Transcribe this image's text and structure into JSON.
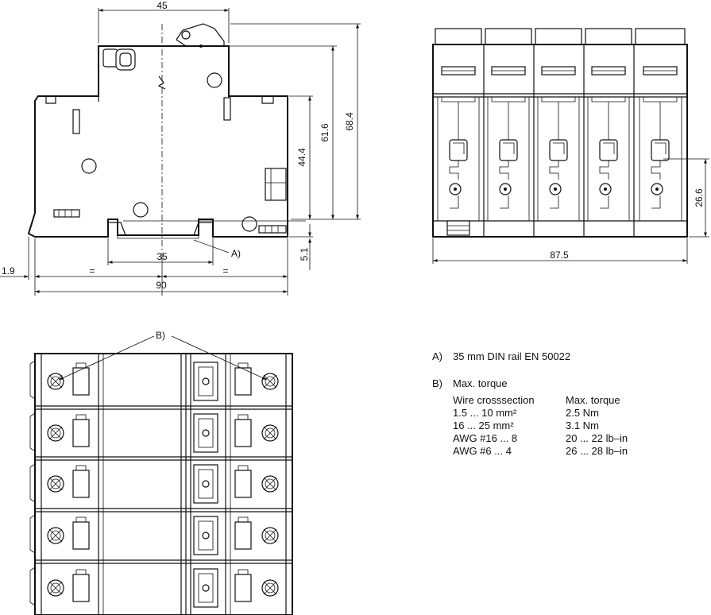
{
  "dimensions": {
    "width_45": "45",
    "height_68_4": "68.4",
    "height_61_6": "61.6",
    "height_44_4": "44.4",
    "offset_5_1": "5.1",
    "rail_35": "35",
    "offset_1_9": "1.9",
    "equal_left": "=",
    "equal_right": "=",
    "width_90": "90",
    "width_87_5": "87.5",
    "height_26_6": "26.6"
  },
  "callouts": {
    "a": "A)",
    "b": "B)"
  },
  "notes": {
    "a_key": "A)",
    "a_text": "35 mm DIN rail EN 50022",
    "b_key": "B)",
    "b_text": "Max. torque",
    "table": {
      "header": [
        "Wire crosssection",
        "Max. torque"
      ],
      "rows": [
        [
          "1.5 ... 10 mm²",
          "2.5 Nm"
        ],
        [
          "16 ... 25 mm²",
          "3.1 Nm"
        ],
        [
          "AWG #16 ... 8",
          "20 ... 22 lb–in"
        ],
        [
          "AWG  #6 ... 4",
          "26 ... 28 lb–in"
        ]
      ]
    }
  }
}
